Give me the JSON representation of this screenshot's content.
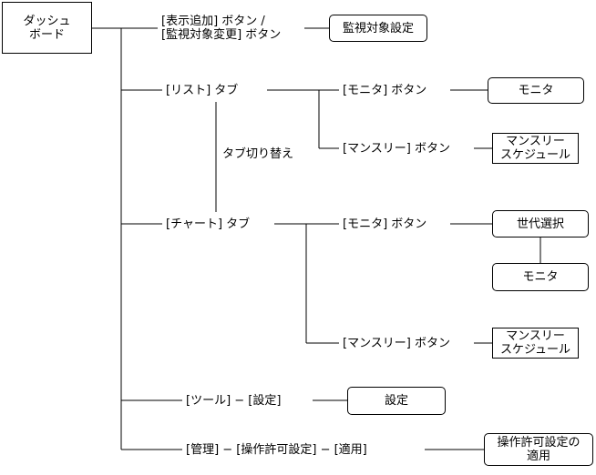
{
  "root": {
    "line1": "ダッシュ",
    "line2": "ボード"
  },
  "branch_display": {
    "line1": "[表示追加] ボタン /",
    "line2": "[監視対象変更] ボタン",
    "target": "監視対象設定"
  },
  "list_tab": {
    "label": "[リスト] タブ",
    "monitor_button": "[モニタ] ボタン",
    "monitor_target": "モニタ",
    "monthly_button": "[マンスリー] ボタン",
    "monthly_target_line1": "マンスリー",
    "monthly_target_line2": "スケジュール"
  },
  "tab_switch": "タブ切り替え",
  "chart_tab": {
    "label": "[チャート] タブ",
    "monitor_button": "[モニタ] ボタン",
    "generation_select": "世代選択",
    "monitor_target": "モニタ",
    "monthly_button": "[マンスリー] ボタン",
    "monthly_target_line1": "マンスリー",
    "monthly_target_line2": "スケジュール"
  },
  "tools": {
    "label": "[ツール] − [設定]",
    "target": "設定"
  },
  "admin": {
    "label": "[管理] − [操作許可設定] − [適用]",
    "target_line1": "操作許可設定の",
    "target_line2": "適用"
  }
}
